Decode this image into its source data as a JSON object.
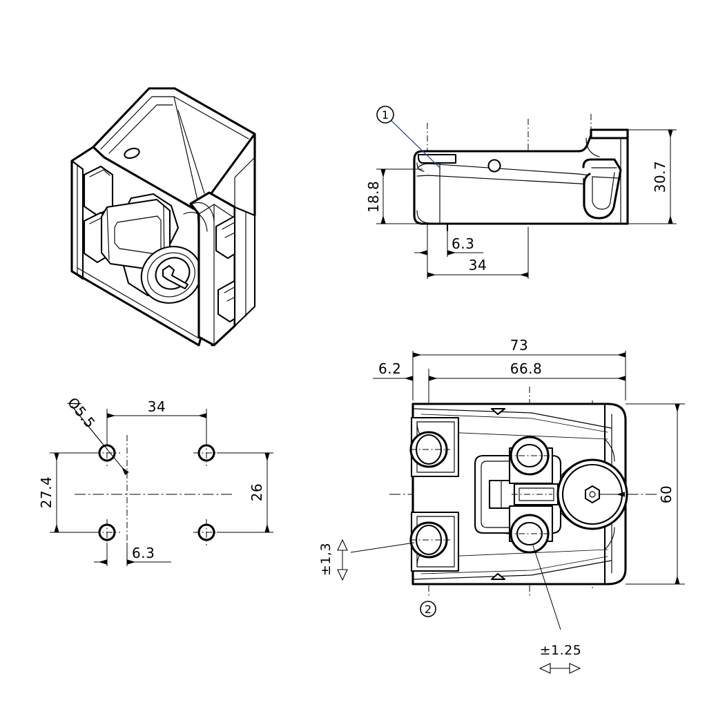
{
  "sheet": {
    "background_color": "#ffffff",
    "line_color": "#000000",
    "leader_accent_color": "#2e4fa3",
    "units": "mm"
  },
  "views": [
    {
      "id": "isometric-view",
      "name": "isometric-view",
      "label": "",
      "description": "3D isometric pictorial of a rotary latch / cam lock housing with key cylinder, mounting flange and two side slots"
    },
    {
      "id": "side-view",
      "name": "side-elevation-view",
      "label": "",
      "description": "Side elevation showing hook arm profile"
    },
    {
      "id": "hole-pattern-view",
      "name": "mounting-hole-pattern-view",
      "label": "",
      "description": "Mounting hole pattern, four holes"
    },
    {
      "id": "plan-view",
      "name": "plan-view",
      "label": "",
      "description": "Plan / bottom view of the latch body"
    }
  ],
  "dimensions": {
    "side_view": [
      {
        "name": "dim-18-8",
        "value": "18.8",
        "orientation": "vertical"
      },
      {
        "name": "dim-30-7",
        "value": "30.7",
        "orientation": "vertical"
      },
      {
        "name": "dim-6-3-side",
        "value": "6.3",
        "orientation": "horizontal"
      },
      {
        "name": "dim-34-side",
        "value": "34",
        "orientation": "horizontal"
      }
    ],
    "hole_pattern_view": [
      {
        "name": "dim-dia-5-5",
        "value": "Ø5.5",
        "orientation": "leader"
      },
      {
        "name": "dim-34-holes",
        "value": "34",
        "orientation": "horizontal"
      },
      {
        "name": "dim-27-4",
        "value": "27.4",
        "orientation": "vertical"
      },
      {
        "name": "dim-26",
        "value": "26",
        "orientation": "vertical"
      },
      {
        "name": "dim-6-3-holes",
        "value": "6.3",
        "orientation": "horizontal"
      }
    ],
    "plan_view": [
      {
        "name": "dim-73",
        "value": "73",
        "orientation": "horizontal"
      },
      {
        "name": "dim-66-8",
        "value": "66.8",
        "orientation": "horizontal"
      },
      {
        "name": "dim-6-2",
        "value": "6.2",
        "orientation": "horizontal"
      },
      {
        "name": "dim-60",
        "value": "60",
        "orientation": "vertical"
      }
    ]
  },
  "tolerances": [
    {
      "name": "tolerance-vertical",
      "value": "±1,3",
      "direction": "vertical",
      "points_to": "left slotted mounting hole"
    },
    {
      "name": "tolerance-horizontal",
      "value": "±1.25",
      "direction": "horizontal",
      "points_to": "lower centre mounting hole"
    }
  ],
  "callouts": [
    {
      "name": "balloon-1",
      "value": "1",
      "view": "side-view"
    },
    {
      "name": "balloon-2",
      "value": "2",
      "view": "plan-view"
    }
  ]
}
